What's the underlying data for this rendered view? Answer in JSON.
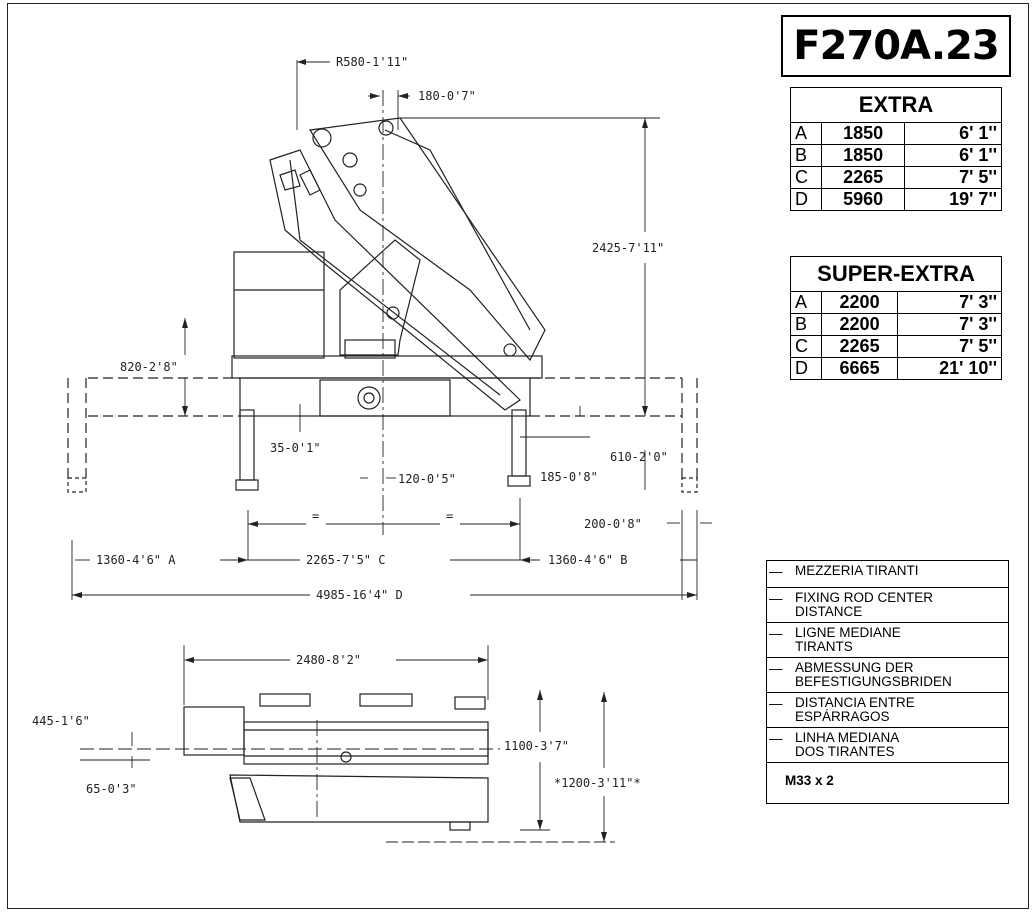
{
  "model": "F270A.23",
  "extra": {
    "title": "EXTRA",
    "rows": [
      {
        "key": "A",
        "mm": "1850",
        "ft": "6' 1''"
      },
      {
        "key": "B",
        "mm": "1850",
        "ft": "6' 1''"
      },
      {
        "key": "C",
        "mm": "2265",
        "ft": "7' 5''"
      },
      {
        "key": "D",
        "mm": "5960",
        "ft": "19' 7''"
      }
    ]
  },
  "super_extra": {
    "title": "SUPER-EXTRA",
    "rows": [
      {
        "key": "A",
        "mm": "2200",
        "ft": "7' 3''"
      },
      {
        "key": "B",
        "mm": "2200",
        "ft": "7' 3''"
      },
      {
        "key": "C",
        "mm": "2265",
        "ft": "7' 5''"
      },
      {
        "key": "D",
        "mm": "6665",
        "ft": "21' 10''"
      }
    ]
  },
  "legend": [
    "MEZZERIA TIRANTI",
    "FIXING ROD CENTER\nDISTANCE",
    "LIGNE MEDIANE\nTIRANTS",
    "ABMESSUNG DER\nBEFESTIGUNGSBRIDEN",
    "DISTANCIA ENTRE\nESPÁRRAGOS",
    "LINHA MEDIANA\nDOS TIRANTES"
  ],
  "thread": "M33 x 2",
  "dimensions": {
    "r580": "R580-1'11\"",
    "d180": "180-0'7\"",
    "d2425": "2425-7'11\"",
    "d820": "820-2'8\"",
    "d35": "35-0'1\"",
    "d120": "120-0'5\"",
    "d610": "610-2'0\"",
    "d185": "185-0'8\"",
    "d200": "200-0'8\"",
    "eq": "=",
    "d1360a": "1360-4'6\" A",
    "d2265c": "2265-7'5\" C",
    "d1360b": "1360-4'6\" B",
    "d4985": "4985-16'4\" D",
    "d2480": "2480-8'2\"",
    "d445": "445-1'6\"",
    "d65": "65-0'3\"",
    "d1100": "1100-3'7\"",
    "d1200": "*1200-3'11\"*"
  }
}
